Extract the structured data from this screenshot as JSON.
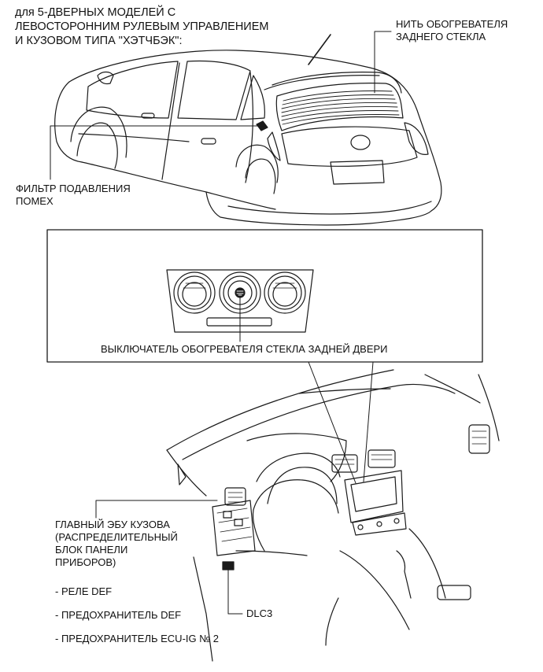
{
  "heading": {
    "line1": "для 5-ДВЕРНЫХ МОДЕЛЕЙ С",
    "line2": "ЛЕВОСТОРОННИМ РУЛЕВЫМ УПРАВЛЕНИЕМ",
    "line3": "И КУЗОВОМ ТИПА \"ХЭТЧБЭК\":"
  },
  "labels": {
    "heater_wire_1": "НИТЬ ОБОГРЕВАТЕЛЯ",
    "heater_wire_2": "ЗАДНЕГО СТЕКЛА",
    "noise_filter_1": "ФИЛЬТР ПОДАВЛЕНИЯ",
    "noise_filter_2": "ПОМЕХ",
    "defogger_switch": "ВЫКЛЮЧАТЕЛЬ ОБОГРЕВАТЕЛЯ СТЕКЛА ЗАДНЕЙ ДВЕРИ",
    "main_ecu_1": "ГЛАВНЫЙ ЭБУ КУЗОВА",
    "main_ecu_2": "(РАСПРЕДЕЛИТЕЛЬНЫЙ",
    "main_ecu_3": "БЛОК ПАНЕЛИ",
    "main_ecu_4": "ПРИБОРОВ)",
    "dlc3": "DLC3"
  },
  "components": [
    "- РЕЛЕ DEF",
    "- ПРЕДОХРАНИТЕЛЬ DEF",
    "- ПРЕДОХРАНИТЕЛЬ ECU-IG № 2"
  ]
}
